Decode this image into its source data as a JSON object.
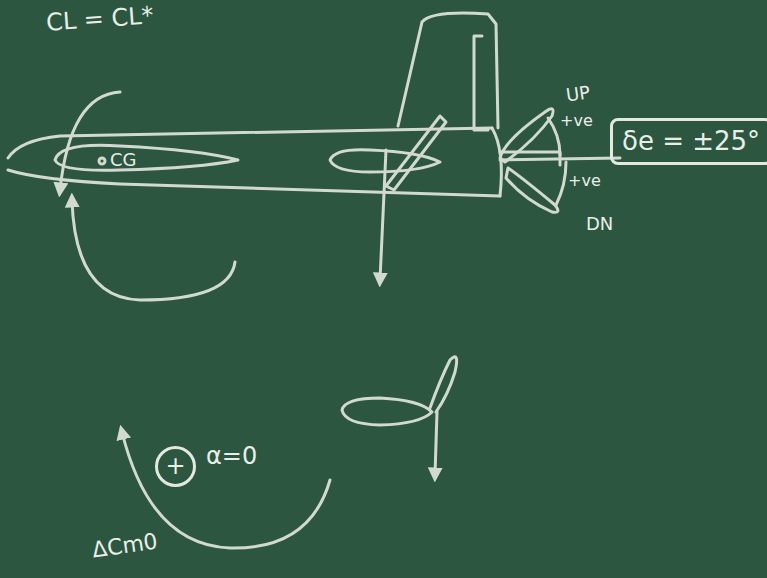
{
  "diagram": {
    "nodes": [
      {
        "text": [
          "δe = ±25°"
        ]
      },
      {
        "text": [
          "+"
        ]
      }
    ],
    "labels": [
      "CL = CL*",
      "CG",
      "UP",
      "+ve",
      "+ve",
      "DN",
      "α=0",
      "ΔCm0"
    ]
  }
}
